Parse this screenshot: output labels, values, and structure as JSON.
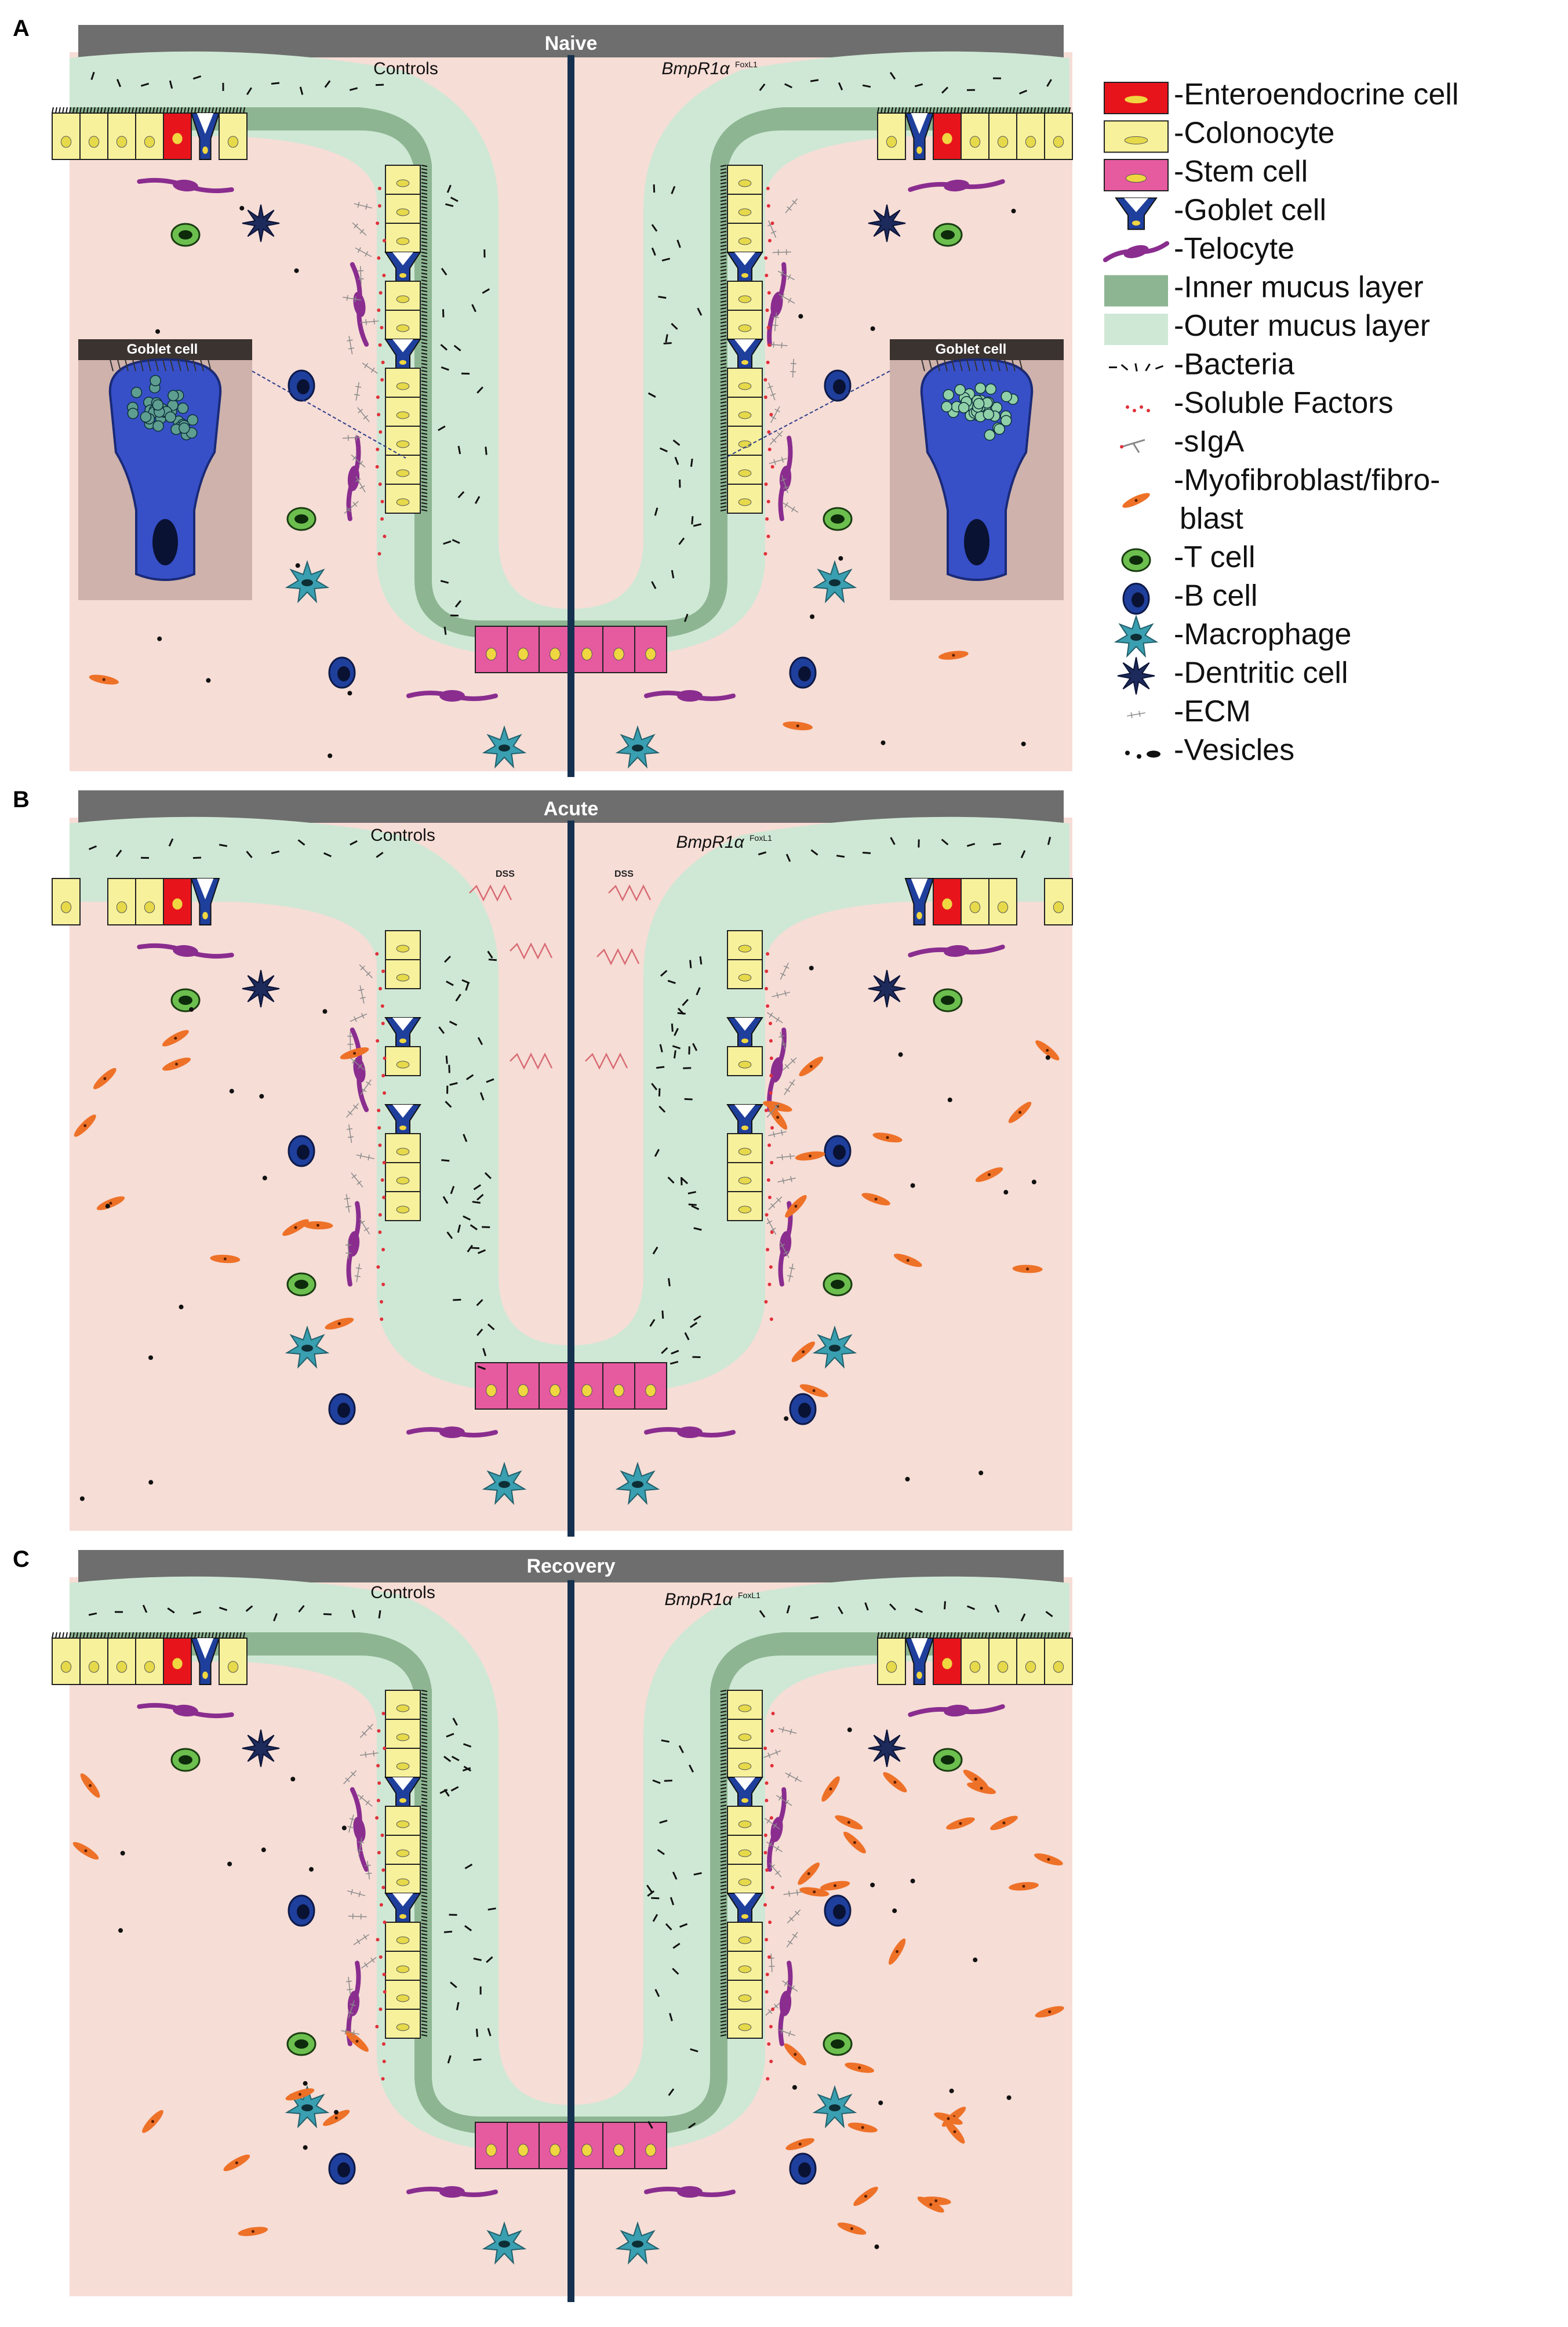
{
  "panels": [
    {
      "letter": "A",
      "title": "Naive",
      "left_label": "Controls",
      "right_label": "BmpR1α",
      "right_sup": "FoxL1",
      "inset_title": "Goblet cell"
    },
    {
      "letter": "B",
      "title": "Acute",
      "left_label": "Controls",
      "right_label": "BmpR1α",
      "right_sup": "FoxL1",
      "treatment": "DSS"
    },
    {
      "letter": "C",
      "title": "Recovery",
      "left_label": "Controls",
      "right_label": "BmpR1α",
      "right_sup": "FoxL1"
    }
  ],
  "legend": [
    {
      "icon": "enteroendocrine-cell-icon",
      "label": "-Enteroendocrine cell",
      "color": "#e8141c"
    },
    {
      "icon": "colonocyte-icon",
      "label": "-Colonocyte",
      "color": "#f7f19c"
    },
    {
      "icon": "stem-cell-icon",
      "label": "-Stem cell",
      "color": "#e65aa0"
    },
    {
      "icon": "goblet-cell-icon",
      "label": "-Goblet cell",
      "color": "#1f3f9c"
    },
    {
      "icon": "telocyte-icon",
      "label": "-Telocyte",
      "color": "#8a2d8f"
    },
    {
      "icon": "inner-mucus-layer-icon",
      "label": "-Inner mucus layer",
      "color": "#8db592"
    },
    {
      "icon": "outer-mucus-layer-icon",
      "label": "-Outer mucus layer",
      "color": "#cfe8d5"
    },
    {
      "icon": "bacteria-icon",
      "label": "-Bacteria",
      "color": "#111111"
    },
    {
      "icon": "soluble-factors-icon",
      "label": "-Soluble Factors",
      "color": "#e0303a"
    },
    {
      "icon": "siga-icon",
      "label": "-sIgA",
      "color": "#888888"
    },
    {
      "icon": "myofibroblast-icon",
      "label": "-Myofibroblast/fibro-",
      "label2": "blast",
      "color": "#ee7128"
    },
    {
      "icon": "t-cell-icon",
      "label": "-T cell",
      "color": "#6cbf4e"
    },
    {
      "icon": "b-cell-icon",
      "label": "-B cell",
      "color": "#1f3f9c"
    },
    {
      "icon": "macrophage-icon",
      "label": "-Macrophage",
      "color": "#3a9fb0"
    },
    {
      "icon": "dendritic-cell-icon",
      "label": "-Dentritic cell",
      "color": "#1d2a5c"
    },
    {
      "icon": "ecm-icon",
      "label": "-ECM",
      "color": "#777777"
    },
    {
      "icon": "vesicles-icon",
      "label": "-Vesicles",
      "color": "#111111"
    }
  ]
}
